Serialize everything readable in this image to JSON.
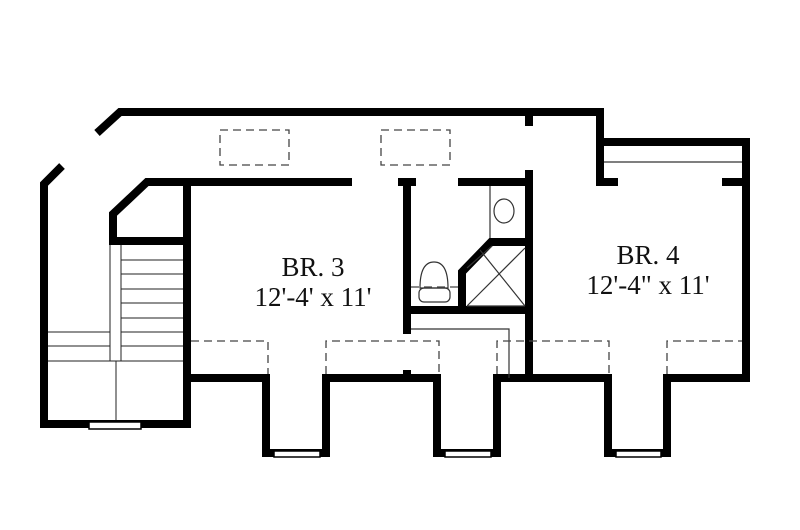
{
  "plan": {
    "type": "floor plan",
    "rooms": [
      {
        "id": "br3",
        "name": "BR. 3",
        "dimensions": "12'-4' x 11'"
      },
      {
        "id": "br4",
        "name": "BR. 4",
        "dimensions": "12'-4\" x 11'"
      }
    ],
    "fixtures": [
      "stairs",
      "toilet",
      "sink",
      "shower",
      "skylight",
      "skylight",
      "window",
      "window",
      "window",
      "window"
    ],
    "colors": {
      "wall": "#000000",
      "background": "#ffffff"
    }
  }
}
